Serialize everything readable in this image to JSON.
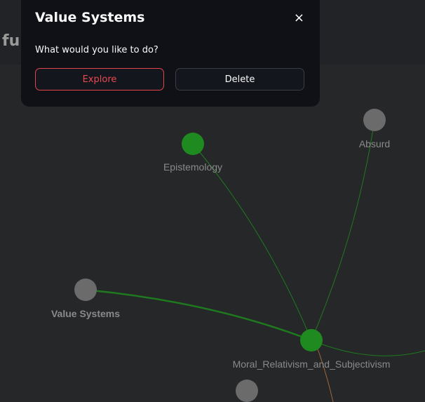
{
  "header": {
    "title_fragment": "fu"
  },
  "modal": {
    "title": "Value Systems",
    "close_label": "×",
    "prompt": "What would you like to do?",
    "explore_label": "Explore",
    "delete_label": "Delete"
  },
  "graph": {
    "nodes": [
      {
        "label": "Epistemology",
        "color": "#1f8a1f"
      },
      {
        "label": "Absurd",
        "color": "#6b6b6b"
      },
      {
        "label": "Value Systems",
        "color": "#6b6b6b"
      },
      {
        "label": "Moral_Relativism_and_Subjectivism",
        "color": "#1f8a1f"
      },
      {
        "label": "",
        "color": "#6b6b6b"
      }
    ],
    "edge_color": "#1f7a1f",
    "edge_accent": "#a0683a"
  }
}
